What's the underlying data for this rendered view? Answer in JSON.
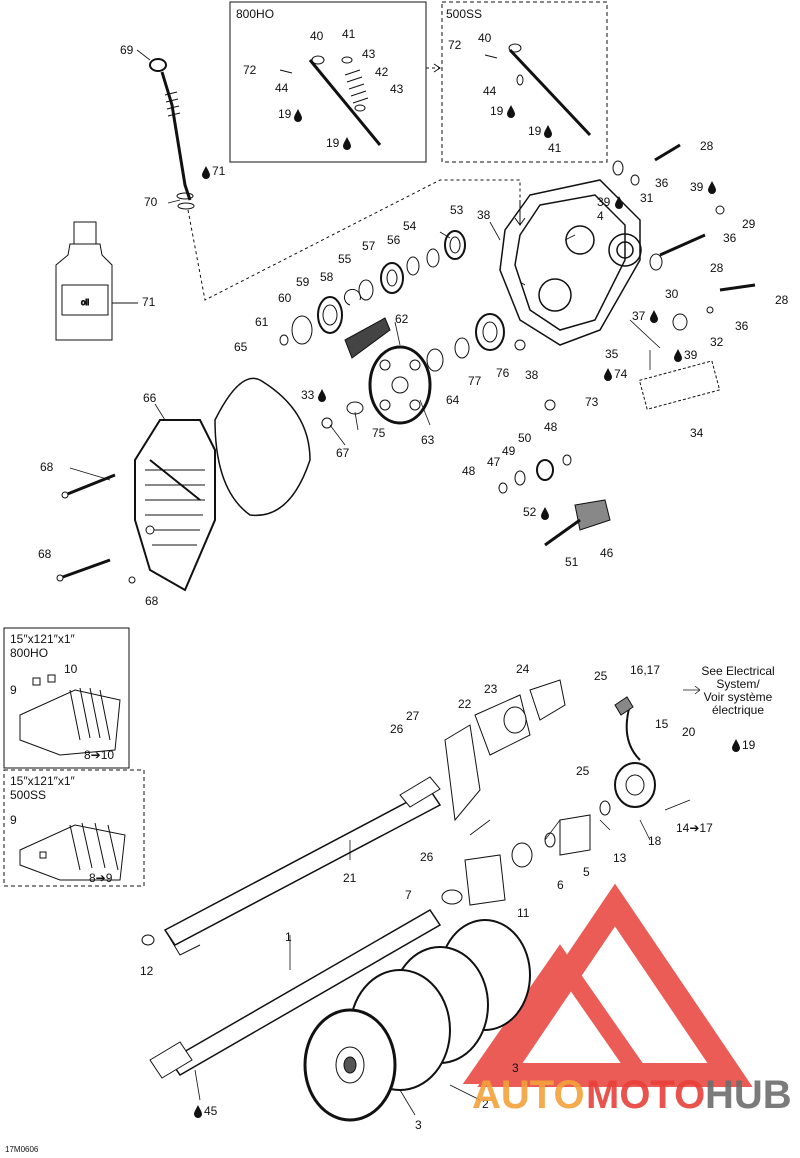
{
  "diagram": {
    "code": "17M0606",
    "boxes": {
      "top_800": "800HO",
      "top_500": "500SS",
      "track_800_size": "15″x121″x1″",
      "track_800_model": "800HO",
      "track_500_size": "15″x121″x1″",
      "track_500_model": "500SS"
    },
    "see_electrical": [
      "See Electrical",
      "System/",
      "Voir système",
      "électrique"
    ],
    "watermark": {
      "part1": "AUTO",
      "part2": "MOTO",
      "part3": "HUB",
      "color_red": "#e8403a",
      "color_orange": "#f3a13a",
      "color_gray": "#6d6d6d"
    },
    "callouts": [
      {
        "id": "c69",
        "t": "69"
      },
      {
        "id": "c70",
        "t": "70"
      },
      {
        "id": "c71a",
        "t": "71",
        "drop": true
      },
      {
        "id": "c71b",
        "t": "71"
      },
      {
        "id": "c72a",
        "t": "72"
      },
      {
        "id": "c40a",
        "t": "40"
      },
      {
        "id": "c41a",
        "t": "41"
      },
      {
        "id": "c43a",
        "t": "43"
      },
      {
        "id": "c42",
        "t": "42"
      },
      {
        "id": "c44a",
        "t": "44"
      },
      {
        "id": "c43b",
        "t": "43"
      },
      {
        "id": "c19a",
        "t": "19",
        "drop": true
      },
      {
        "id": "c19b",
        "t": "19",
        "drop": true
      },
      {
        "id": "c72b",
        "t": "72"
      },
      {
        "id": "c40b",
        "t": "40"
      },
      {
        "id": "c44b",
        "t": "44"
      },
      {
        "id": "c19c",
        "t": "19",
        "drop": true
      },
      {
        "id": "c19d",
        "t": "19",
        "drop": true
      },
      {
        "id": "c41b",
        "t": "41"
      },
      {
        "id": "c28a",
        "t": "28"
      },
      {
        "id": "c36a",
        "t": "36"
      },
      {
        "id": "c4",
        "t": "4"
      },
      {
        "id": "c39a",
        "t": "39",
        "drop": true
      },
      {
        "id": "c31",
        "t": "31"
      },
      {
        "id": "c39b",
        "t": "39",
        "drop": true
      },
      {
        "id": "c29",
        "t": "29"
      },
      {
        "id": "c36b",
        "t": "36"
      },
      {
        "id": "c28b",
        "t": "28"
      },
      {
        "id": "c30",
        "t": "30"
      },
      {
        "id": "c28c",
        "t": "28"
      },
      {
        "id": "c37",
        "t": "37",
        "drop": true
      },
      {
        "id": "c36c",
        "t": "36"
      },
      {
        "id": "c32",
        "t": "32"
      },
      {
        "id": "c39c",
        "t": "39",
        "drop": true
      },
      {
        "id": "c34",
        "t": "34"
      },
      {
        "id": "c53",
        "t": "53"
      },
      {
        "id": "c38a",
        "t": "38"
      },
      {
        "id": "c54",
        "t": "54"
      },
      {
        "id": "c56",
        "t": "56"
      },
      {
        "id": "c57",
        "t": "57"
      },
      {
        "id": "c55",
        "t": "55"
      },
      {
        "id": "c58",
        "t": "58"
      },
      {
        "id": "c59",
        "t": "59"
      },
      {
        "id": "c60",
        "t": "60"
      },
      {
        "id": "c61",
        "t": "61"
      },
      {
        "id": "c62",
        "t": "62"
      },
      {
        "id": "c65",
        "t": "65"
      },
      {
        "id": "c35",
        "t": "35"
      },
      {
        "id": "c74",
        "t": "74",
        "drop": true
      },
      {
        "id": "c73",
        "t": "73"
      },
      {
        "id": "c38b",
        "t": "38"
      },
      {
        "id": "c76",
        "t": "76"
      },
      {
        "id": "c77",
        "t": "77"
      },
      {
        "id": "c64",
        "t": "64"
      },
      {
        "id": "c63",
        "t": "63"
      },
      {
        "id": "c75",
        "t": "75"
      },
      {
        "id": "c33",
        "t": "33",
        "drop": true
      },
      {
        "id": "c67",
        "t": "67"
      },
      {
        "id": "c66",
        "t": "66"
      },
      {
        "id": "c68a",
        "t": "68"
      },
      {
        "id": "c68b",
        "t": "68"
      },
      {
        "id": "c68c",
        "t": "68"
      },
      {
        "id": "c48a",
        "t": "48"
      },
      {
        "id": "c50",
        "t": "50"
      },
      {
        "id": "c49",
        "t": "49"
      },
      {
        "id": "c47",
        "t": "47"
      },
      {
        "id": "c48b",
        "t": "48"
      },
      {
        "id": "c52",
        "t": "52",
        "drop": true
      },
      {
        "id": "c51",
        "t": "51"
      },
      {
        "id": "c46",
        "t": "46"
      },
      {
        "id": "c9a",
        "t": "9"
      },
      {
        "id": "c10",
        "t": "10"
      },
      {
        "id": "c8to10",
        "t": "8➔10"
      },
      {
        "id": "c9b",
        "t": "9"
      },
      {
        "id": "c8to9",
        "t": "8➔9"
      },
      {
        "id": "c24",
        "t": "24"
      },
      {
        "id": "c25a",
        "t": "25"
      },
      {
        "id": "c23",
        "t": "23"
      },
      {
        "id": "c22",
        "t": "22"
      },
      {
        "id": "c27",
        "t": "27"
      },
      {
        "id": "c26a",
        "t": "26"
      },
      {
        "id": "c25b",
        "t": "25"
      },
      {
        "id": "c26b",
        "t": "26"
      },
      {
        "id": "c1617",
        "t": "16,17"
      },
      {
        "id": "c15",
        "t": "15"
      },
      {
        "id": "c20",
        "t": "20"
      },
      {
        "id": "c19e",
        "t": "19",
        "drop": true
      },
      {
        "id": "c14to17",
        "t": "14➔17"
      },
      {
        "id": "c18",
        "t": "18"
      },
      {
        "id": "c13",
        "t": "13"
      },
      {
        "id": "c5",
        "t": "5"
      },
      {
        "id": "c6",
        "t": "6"
      },
      {
        "id": "c11",
        "t": "11"
      },
      {
        "id": "c7",
        "t": "7"
      },
      {
        "id": "c21",
        "t": "21"
      },
      {
        "id": "c1",
        "t": "1"
      },
      {
        "id": "c12",
        "t": "12"
      },
      {
        "id": "c45",
        "t": "45",
        "drop": true
      },
      {
        "id": "c2",
        "t": "2"
      },
      {
        "id": "c3a",
        "t": "3"
      },
      {
        "id": "c3b",
        "t": "3"
      }
    ]
  }
}
